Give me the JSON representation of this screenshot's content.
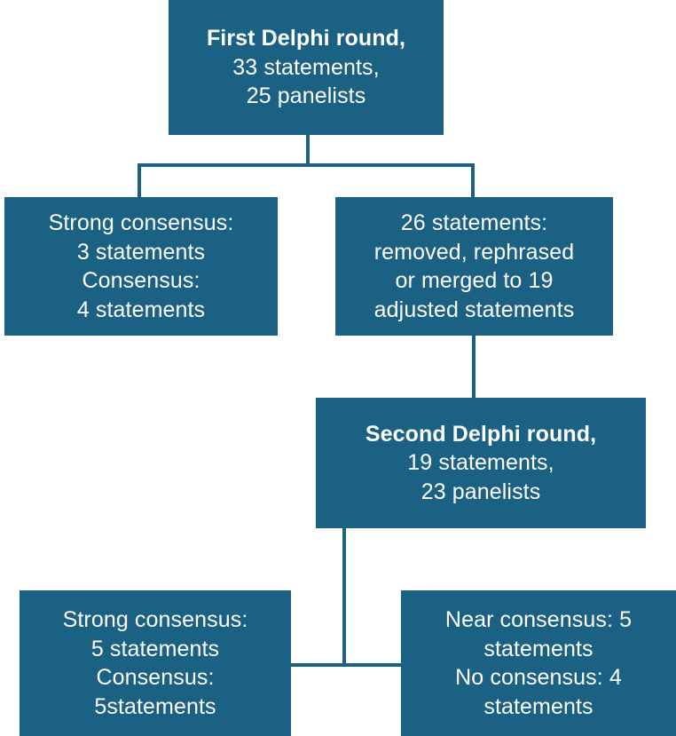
{
  "diagram": {
    "title": "Delphi study flow diagram",
    "accent_color": "#1b6183",
    "text_color": "#ffffff",
    "background_color": "#ffffff"
  },
  "nodes": {
    "first_round": {
      "name": "first-delphi-round",
      "lines": [
        "First Delphi round,",
        "33 statements,",
        "25 panelists"
      ]
    },
    "strong_consensus_round1": {
      "name": "round1-consensus-results",
      "lines": [
        "Strong consensus:",
        "3 statements",
        "Consensus:",
        "4 statements"
      ]
    },
    "adjusted_statements": {
      "name": "round1-adjusted-statements",
      "lines": [
        "26 statements:",
        "removed, rephrased",
        "or merged to 19",
        "adjusted statements"
      ]
    },
    "second_round": {
      "name": "second-delphi-round",
      "lines": [
        "Second Delphi round,",
        "19 statements,",
        "23 panelists"
      ]
    },
    "strong_consensus_round2": {
      "name": "round2-consensus-results",
      "lines": [
        "Strong consensus:",
        "5 statements",
        "Consensus:",
        "5statements"
      ]
    },
    "near_no_consensus_round2": {
      "name": "round2-near-and-no-consensus",
      "lines": [
        "Near consensus: 5",
        "statements",
        "No consensus: 4",
        "statements"
      ]
    }
  },
  "connectors": [
    {
      "name": "first-round-to-split",
      "from": "first_round",
      "to": "split-bar"
    },
    {
      "name": "split-to-strong-consensus-round1",
      "from": "split-bar",
      "to": "strong_consensus_round1"
    },
    {
      "name": "split-to-adjusted-statements",
      "from": "split-bar",
      "to": "adjusted_statements"
    },
    {
      "name": "adjusted-statements-to-second-round",
      "from": "adjusted_statements",
      "to": "second_round"
    },
    {
      "name": "second-round-to-split",
      "from": "second_round",
      "to": "bottom-bar"
    },
    {
      "name": "bottom-bar-to-strong-consensus-round2",
      "from": "bottom-bar",
      "to": "strong_consensus_round2"
    },
    {
      "name": "bottom-bar-to-near-no-consensus",
      "from": "bottom-bar",
      "to": "near_no_consensus_round2"
    }
  ]
}
